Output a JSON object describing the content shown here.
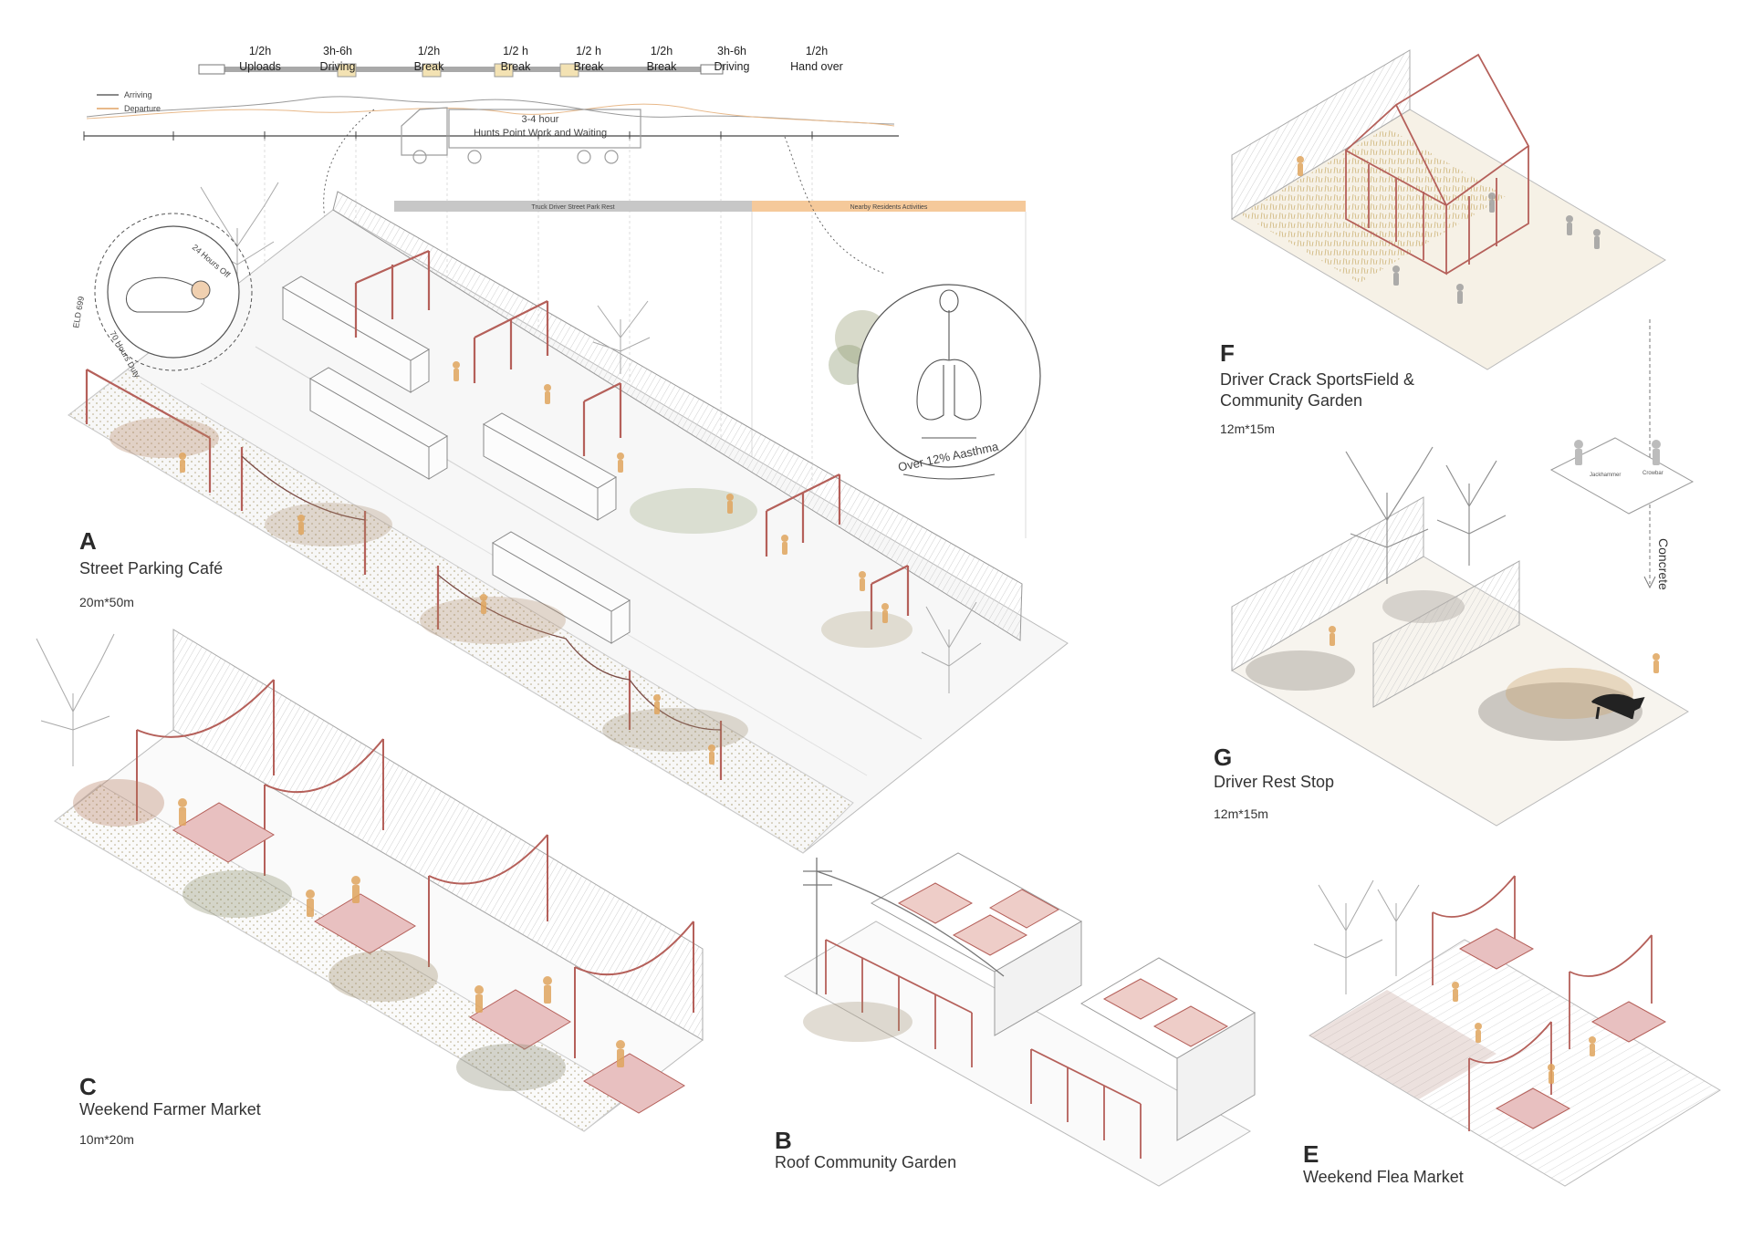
{
  "timeline": {
    "segments": [
      {
        "time": "1/2h",
        "label": "Uploads"
      },
      {
        "time": "3h-6h",
        "label": "Driving"
      },
      {
        "time": "1/2h",
        "label": "Break"
      },
      {
        "time": "1/2 h",
        "label": "Break"
      },
      {
        "time": "1/2 h",
        "label": "Break"
      },
      {
        "time": "1/2h",
        "label": "Break"
      },
      {
        "time": "3h-6h",
        "label": "Driving"
      },
      {
        "time": "1/2h",
        "label": "Hand over"
      }
    ],
    "legend": {
      "arriving": "Arriving",
      "departure": "Departure"
    },
    "truck_note_line1": "3-4 hour",
    "truck_note_line2": "Hunts Point Work and  Waiting",
    "bar_rest": "Truck Driver Street Park Rest",
    "bar_residents": "Nearby Residents Activities"
  },
  "health": {
    "caption": "Over 12% Aasthma"
  },
  "clock": {
    "arc1": "24 Hours Off",
    "arc2": "70 Hours Duty",
    "arc3": "ELD 699"
  },
  "concrete": {
    "label": "Concrete",
    "tool1": "Jackhammer",
    "tool2": "Crowbar"
  },
  "sections": {
    "A": {
      "letter": "A",
      "title": "Street Parking Café",
      "dim": "20m*50m"
    },
    "B": {
      "letter": "B",
      "title": "Roof Community Garden"
    },
    "C": {
      "letter": "C",
      "title": "Weekend Farmer Market",
      "dim": "10m*20m"
    },
    "E": {
      "letter": "E",
      "title": "Weekend Flea Market"
    },
    "F": {
      "letter": "F",
      "title_line1": "Driver Crack SportsField &",
      "title_line2": "Community Garden",
      "dim": "12m*15m"
    },
    "G": {
      "letter": "G",
      "title": "Driver Rest Stop",
      "dim": "12m*15m"
    }
  },
  "colors": {
    "frame": "#b5605a",
    "figure": "#e0a55e",
    "fence": "#bdbdbd",
    "plant": "#8a8a72",
    "accent": "#f5c99a"
  }
}
